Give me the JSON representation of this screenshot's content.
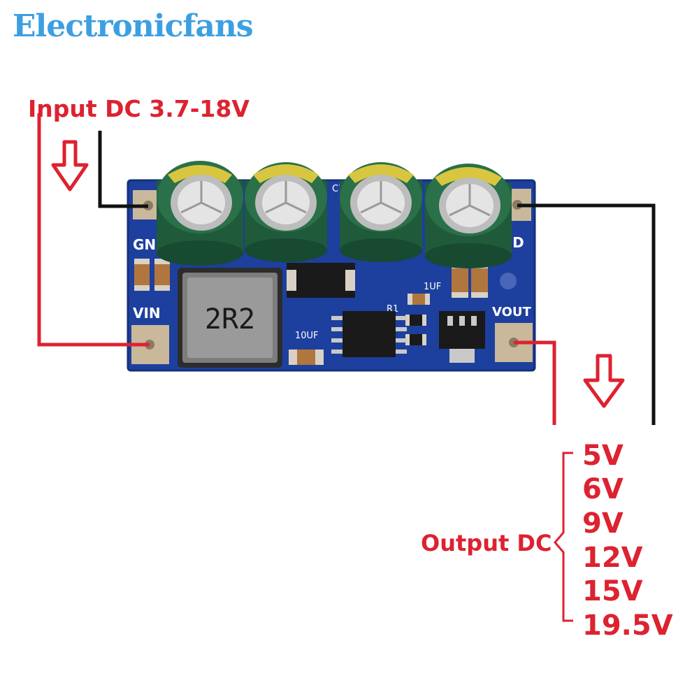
{
  "brand": "Electronicfans",
  "input_label": "Input DC 3.7-18V",
  "output_label": "Output DC",
  "output_voltages": [
    "5V",
    "6V",
    "9V",
    "12V",
    "15V",
    "19.5V"
  ],
  "board": {
    "pin_labels": {
      "gnd_left": "GND",
      "gnd_right": "GND",
      "vin": "VIN",
      "vout": "VOUT"
    },
    "inductor_marking": "2R2",
    "silkscreen": {
      "cap_10uf": "10UF",
      "cap_1uf": "1UF",
      "r1": "R1",
      "c7": "C7"
    }
  },
  "colors": {
    "brand": "#3d9fe2",
    "annotation_red": "#dd2230",
    "wire_black": "#111111",
    "pcb_blue": "#1d3f9e",
    "capacitor_green": "#1f5a3b"
  }
}
